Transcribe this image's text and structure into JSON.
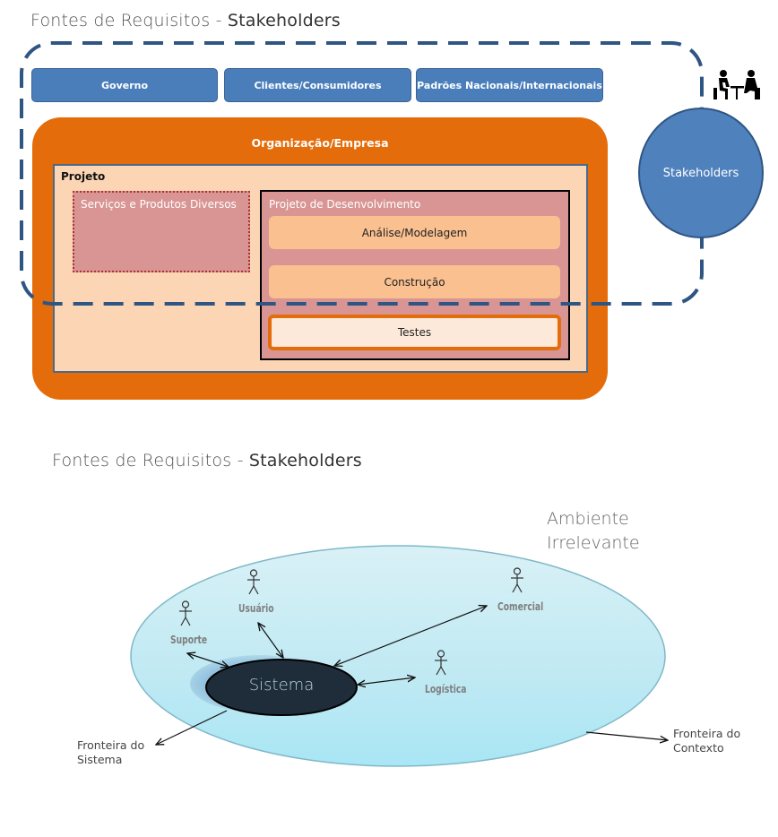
{
  "slide1": {
    "title_prefix": "Fontes de Requisitos - ",
    "title_bold": "Stakeholders",
    "top_boxes": [
      "Governo",
      "Clientes/Consumidores",
      "Padrões Nacionais/Internacionais"
    ],
    "organization": "Organização/Empresa",
    "project": "Projeto",
    "services": "Serviços e Produtos Diversos",
    "dev_project": "Projeto de Desenvolvimento",
    "phases": [
      "Análise/Modelagem",
      "Construção",
      "Testes"
    ],
    "stakeholders_circle": "Stakeholders",
    "icons": [
      "people-at-desk-icon"
    ]
  },
  "slide2": {
    "title_prefix": "Fontes de Requisitos - ",
    "title_bold": "Stakeholders",
    "ambient_line1": "Ambiente",
    "ambient_line2": "Irrelevante",
    "system": "Sistema",
    "actors": [
      "Usuário",
      "Suporte",
      "Comercial",
      "Logística"
    ],
    "system_boundary_line1": "Fronteira do",
    "system_boundary_line2": "Sistema",
    "context_boundary_line1": "Fronteira do",
    "context_boundary_line2": "Contexto",
    "colors": {
      "context_fill": "#bfe9f3",
      "system_fill": "#1f2d3a",
      "actor_label": "#7f7f7f"
    },
    "icons": [
      "stick-figure-actor-icon"
    ]
  }
}
